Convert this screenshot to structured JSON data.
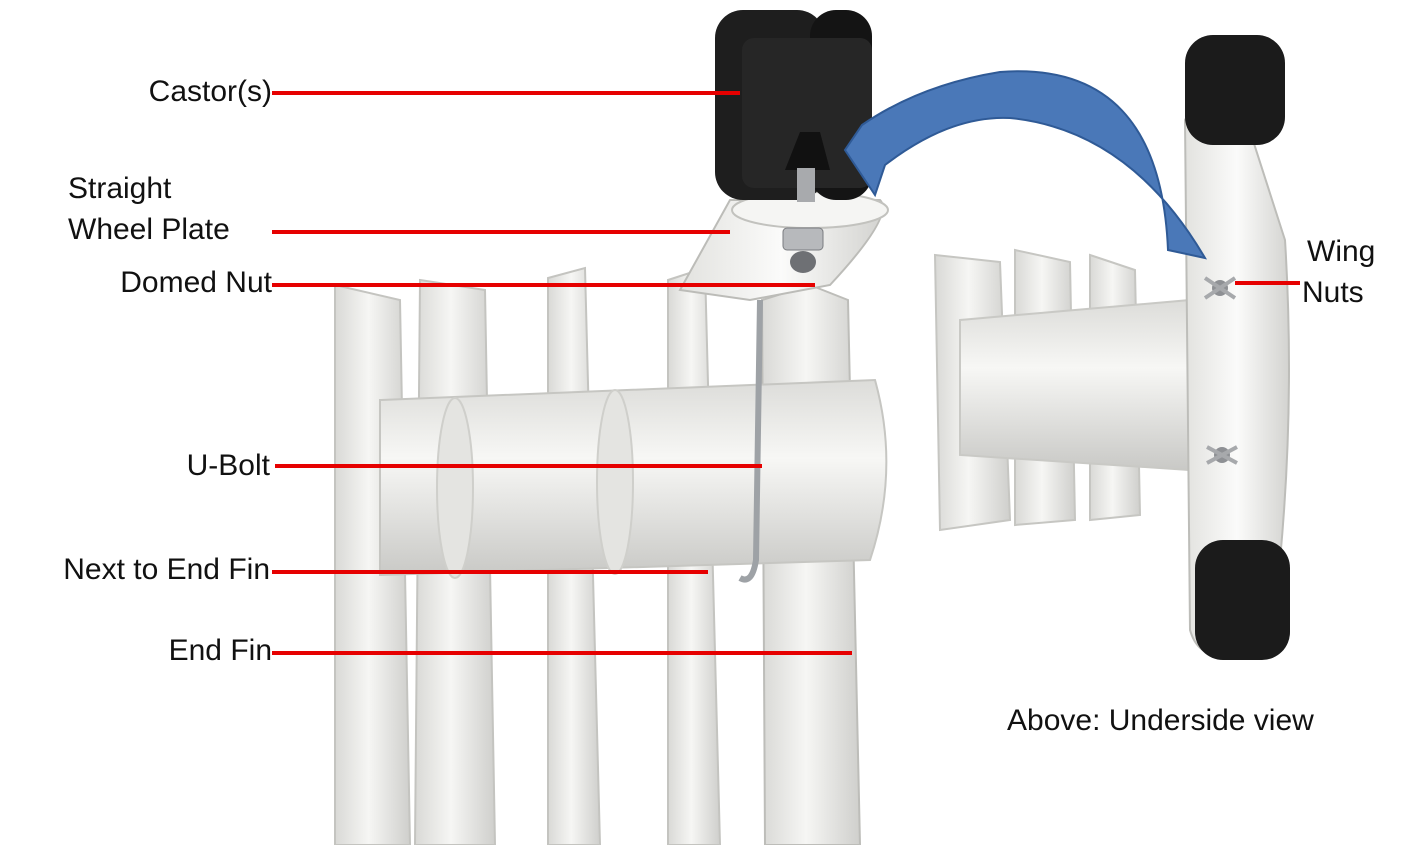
{
  "labels": {
    "castors": "Castor(s)",
    "straight": "Straight",
    "wheel_plate": "Wheel Plate",
    "domed_nut": "Domed Nut",
    "u_bolt": "U-Bolt",
    "next_to_end_fin": "Next to End Fin",
    "end_fin": "End Fin",
    "wing": "Wing",
    "nuts": "Nuts"
  },
  "caption": "Above: Underside view",
  "colors": {
    "leader_line": "#e60000",
    "arrow": "#4a78b8",
    "castor": "#1a1a1a",
    "radiator": "#ebebe8"
  }
}
